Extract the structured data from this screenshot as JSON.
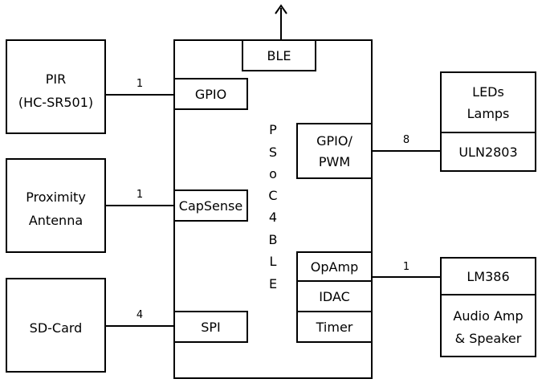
{
  "blocks": {
    "pir_line1": "PIR",
    "pir_line2": "(HC-SR501)",
    "proximity_line1": "Proximity",
    "proximity_line2": "Antenna",
    "sdcard": "SD-Card",
    "leds_line1": "LEDs",
    "leds_line2": "Lamps",
    "uln": "ULN2803",
    "lm386": "LM386",
    "audio_line1": "Audio Amp",
    "audio_line2": "& Speaker"
  },
  "mcu": {
    "label_letters": [
      "P",
      "S",
      "o",
      "C",
      "4",
      "B",
      "L",
      "E"
    ],
    "ble": "BLE",
    "gpio": "GPIO",
    "capsense": "CapSense",
    "spi": "SPI",
    "gpio_pwm_line1": "GPIO/",
    "gpio_pwm_line2": "PWM",
    "opamp": "OpAmp",
    "idac": "IDAC",
    "timer": "Timer"
  },
  "connections": {
    "pir_count": "1",
    "proximity_count": "1",
    "sdcard_count": "4",
    "leds_count": "8",
    "audio_count": "1"
  }
}
